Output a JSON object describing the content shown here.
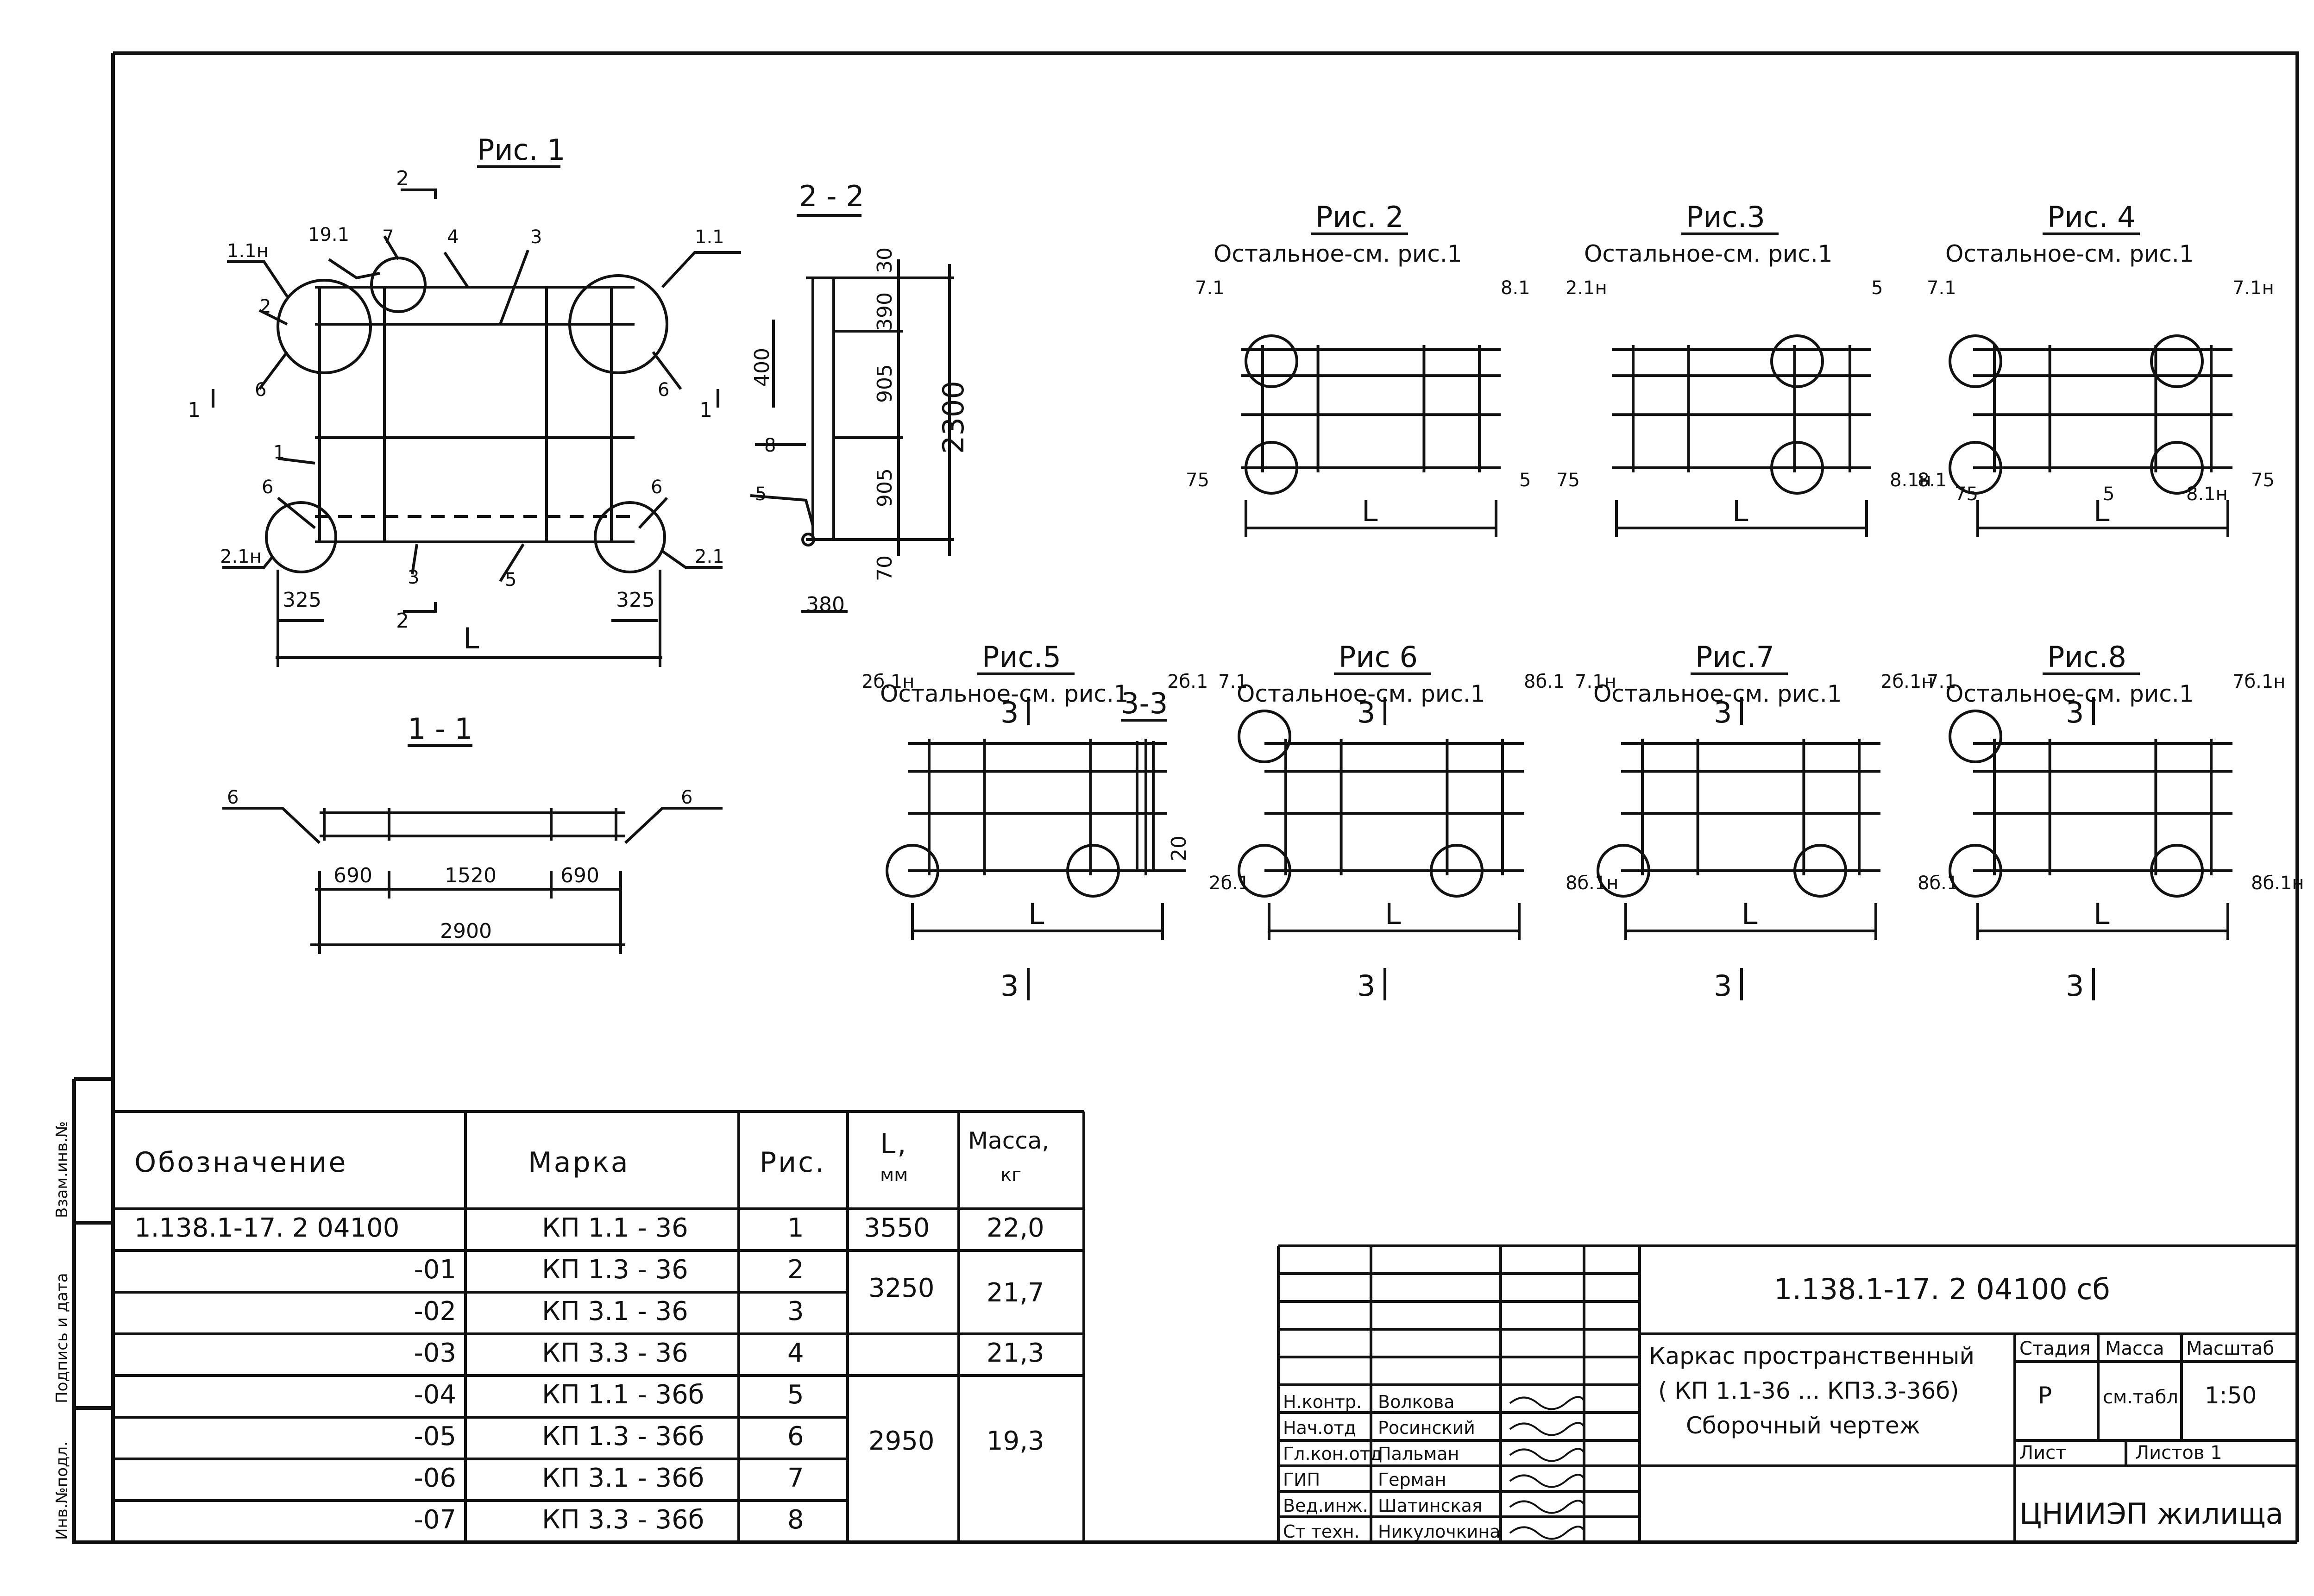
{
  "figures": {
    "fig1": {
      "title": "Рис. 1",
      "leaders": [
        "19.1",
        "7",
        "4",
        "3",
        "1.1",
        "1.1н",
        "2",
        "6",
        "6",
        "1",
        "6",
        "6",
        "2.1н",
        "2.1",
        "3",
        "5"
      ],
      "cut_mark": "2",
      "side_cut": "1",
      "dim_left": "325",
      "dim_right": "325",
      "dim_total": "L"
    },
    "sec22": {
      "title": "2 - 2",
      "dims": [
        "30",
        "390",
        "905",
        "905",
        "70"
      ],
      "total": "2300",
      "left_dim": "400",
      "labels": [
        "8",
        "5"
      ],
      "bottom": "380"
    },
    "sec11": {
      "title": "1 - 1",
      "labels": [
        "6",
        "6"
      ],
      "dims": [
        "690",
        "1520",
        "690"
      ],
      "total": "2900"
    },
    "fig2": {
      "title": "Рис. 2",
      "note": "Остальное-см. рис.1",
      "labels": [
        "7.1",
        "8.1",
        "75",
        "5"
      ],
      "dim": "L"
    },
    "fig3": {
      "title": "Рис.3",
      "note": "Остальное-см. рис.1",
      "labels": [
        "2.1н",
        "5",
        "75",
        "8.1н"
      ],
      "dim": "L"
    },
    "fig4": {
      "title": "Рис. 4",
      "note": "Остальное-см. рис.1",
      "labels": [
        "7.1",
        "7.1н",
        "8.1",
        "75",
        "5",
        "75",
        "8.1н"
      ],
      "dim": "L"
    },
    "fig5": {
      "title": "Рис.5",
      "note": "Остальное-см. рис.1",
      "labels": [
        "2б.1н",
        "2б.1"
      ],
      "cut": "3",
      "dim": "L"
    },
    "sec33": {
      "title": "3-3",
      "dim": "20"
    },
    "fig6": {
      "title": "Рис 6",
      "note": "Остальное-см. рис.1",
      "labels": [
        "7.1",
        "8б.1",
        "2б.1"
      ],
      "cut": "3",
      "dim": "L"
    },
    "fig7": {
      "title": "Рис.7",
      "note": "Остальное-см. рис.1",
      "labels": [
        "7.1н",
        "2б.1н",
        "8б.1н"
      ],
      "cut": "3",
      "dim": "L"
    },
    "fig8": {
      "title": "Рис.8",
      "note": "Остальное-см. рис.1",
      "labels": [
        "7.1",
        "7б.1н",
        "8б.1",
        "8б.1н"
      ],
      "cut": "3",
      "dim": "L"
    }
  },
  "spec_table": {
    "headers": [
      "Обозначение",
      "Марка",
      "Рис.",
      "L,",
      "мм",
      "Масса,",
      "кг"
    ],
    "rows": [
      [
        "1.138.1-17. 2 04100",
        "КП 1.1 - 36",
        "1",
        "3550",
        "22,0"
      ],
      [
        "-01",
        "КП 1.3 - 36",
        "2",
        "",
        ""
      ],
      [
        "-02",
        "КП 3.1 - 36",
        "3",
        "",
        ""
      ],
      [
        "-03",
        "КП 3.3 - 36",
        "4",
        "",
        "21,3"
      ],
      [
        "-04",
        "КП 1.1 - 36б",
        "5",
        "",
        ""
      ],
      [
        "-05",
        "КП 1.3 - 36б",
        "6",
        "",
        ""
      ],
      [
        "-06",
        "КП 3.1 - 36б",
        "7",
        "",
        ""
      ],
      [
        "-07",
        "КП 3.3 - 36б",
        "8",
        "",
        ""
      ]
    ],
    "merged": {
      "L_3250": "3250",
      "mass_217": "21,7",
      "L_2950": "2950",
      "mass_193": "19,3"
    }
  },
  "side_strip": [
    "Взам.инв.№",
    "Подпись и дата",
    "Инв.№подл."
  ],
  "title_block": {
    "code": "1.138.1-17. 2   04100 сб",
    "name_lines": [
      "Каркас пространственный",
      "( КП 1.1-36 ... КП3.3-36б)",
      "Сборочный чертеж"
    ],
    "stage_head": "Стадия",
    "mass_head": "Масса",
    "scale_head": "Масштаб",
    "stage": "Р",
    "mass": "см.табл",
    "scale": "1:50",
    "sheet_label": "Лист",
    "sheets_label": "Листов 1",
    "org": "ЦНИИЭП жилища",
    "roles": [
      "Н.контр.",
      "Нач.отд",
      "Гл.кон.отд",
      "ГИП",
      "Вед.инж.",
      "Ст техн."
    ],
    "names": [
      "Волкова",
      "Росинский",
      "Пальман",
      "Герман",
      "Шатинская",
      "Никулочкина"
    ]
  },
  "colors": {
    "ink": "#111111",
    "paper": "#ffffff"
  }
}
